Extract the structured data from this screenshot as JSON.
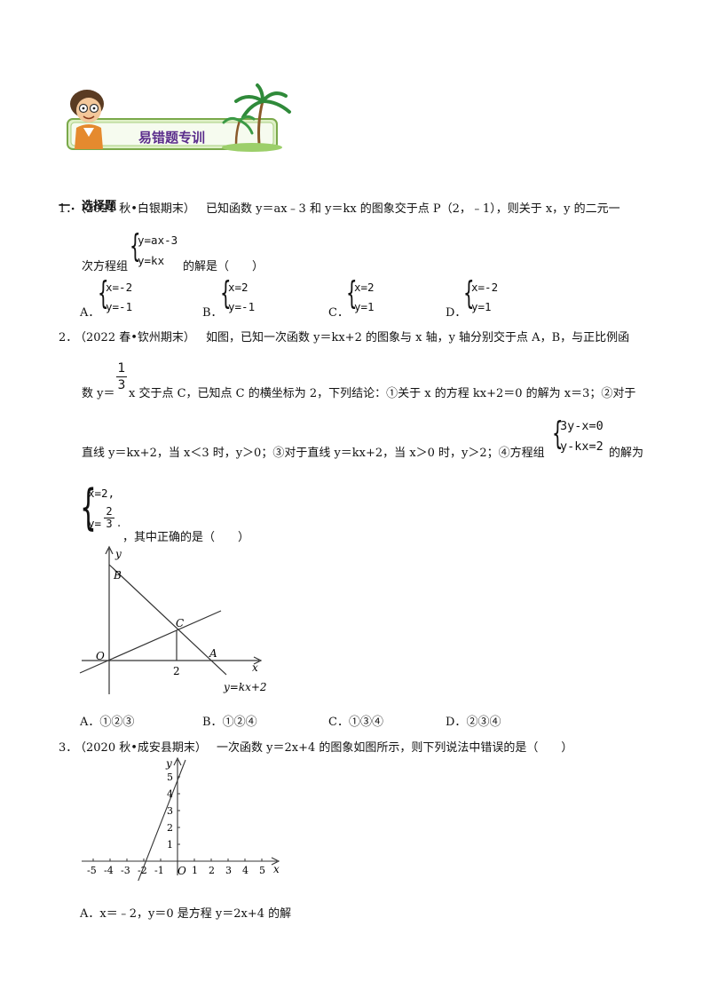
{
  "banner": {
    "title": "易错题专训"
  },
  "section": {
    "title": "一．选择题"
  },
  "q1": {
    "num": "1．",
    "source": "（2021 秋•白银期末）",
    "text_a": "已知函数 y＝ax﹣3 和 y＝kx 的图象交于点 P（2，﹣1），则关于 x，y 的二元一",
    "text_b_pre": "次方程组",
    "sys1": "y=ax-3",
    "sys2": "y=kx",
    "text_b_post": "的解是（　　）",
    "options": [
      {
        "label": "A．",
        "l1": "x=-2",
        "l2": "y=-1"
      },
      {
        "label": "B．",
        "l1": "x=2",
        "l2": "y=-1"
      },
      {
        "label": "C．",
        "l1": "x=2",
        "l2": "y=1"
      },
      {
        "label": "D．",
        "l1": "x=-2",
        "l2": "y=1"
      }
    ]
  },
  "q2": {
    "num": "2．",
    "source": "（2022 春•钦州期末）",
    "line1": "如图，已知一次函数 y＝kx+2 的图象与 x 轴，y 轴分别交于点 A，B，与正比例函",
    "frac_num": "1",
    "frac_den": "3",
    "line2_pre": "数 y＝",
    "line2_post": "x 交于点 C，已知点 C 的横坐标为 2，下列结论：①关于 x 的方程 kx+2＝0 的解为 x＝3；②对于",
    "line3": "直线 y＝kx+2，当 x＜3 时，y＞0；③对于直线 y＝kx+2，当 x＞0 时，y＞2；④方程组",
    "sys1": "3y-x=0",
    "sys2": "y-kx=2",
    "line3_post": "的解为",
    "sol1": "x=2,",
    "sol2_pre": "y=",
    "sol2_num": "2",
    "sol2_den": "3",
    "sol2_post": ".",
    "line4": "，其中正确的是（　　）",
    "graph": {
      "y": "y",
      "x": "x",
      "B": "B",
      "C": "C",
      "O": "O",
      "A": "A",
      "tick": "2",
      "line": "y=kx+2"
    },
    "options": [
      {
        "label": "A．",
        "text": "①②③"
      },
      {
        "label": "B．",
        "text": "①②④"
      },
      {
        "label": "C．",
        "text": "①③④"
      },
      {
        "label": "D．",
        "text": "②③④"
      }
    ]
  },
  "q3": {
    "num": "3．",
    "source": "（2020 秋•成安县期末）",
    "text": "一次函数 y＝2x+4 的图象如图所示，则下列说法中错误的是（　　）",
    "graph": {
      "y": "y",
      "x": "x",
      "O": "O",
      "xticks": [
        "-5",
        "-4",
        "-3",
        "-2",
        "-1",
        "1",
        "2",
        "3",
        "4",
        "5"
      ],
      "yticks": [
        "1",
        "2",
        "3",
        "4",
        "5"
      ]
    },
    "optA": "A．x＝﹣2，y＝0 是方程 y＝2x+4 的解"
  }
}
